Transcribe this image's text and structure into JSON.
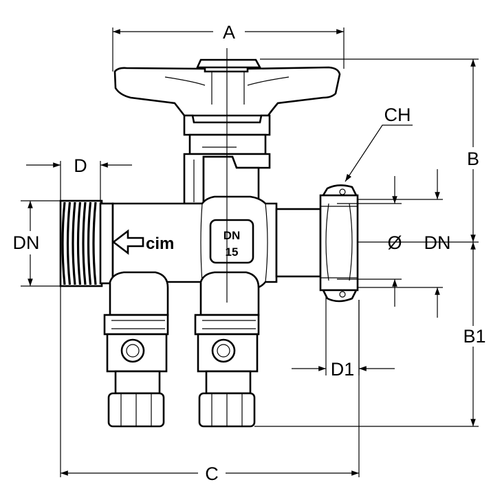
{
  "dimensions": {
    "a": "A",
    "b": "B",
    "b1": "B1",
    "c": "C",
    "ch": "CH",
    "d": "D",
    "d1": "D1",
    "dn_left": "DN",
    "dn_right": "DN",
    "diameter": "Ø"
  },
  "body_marking": {
    "brand": "cim",
    "label_line1": "DN",
    "label_line2": "15"
  },
  "colors": {
    "line": "#000000",
    "background": "#ffffff"
  }
}
